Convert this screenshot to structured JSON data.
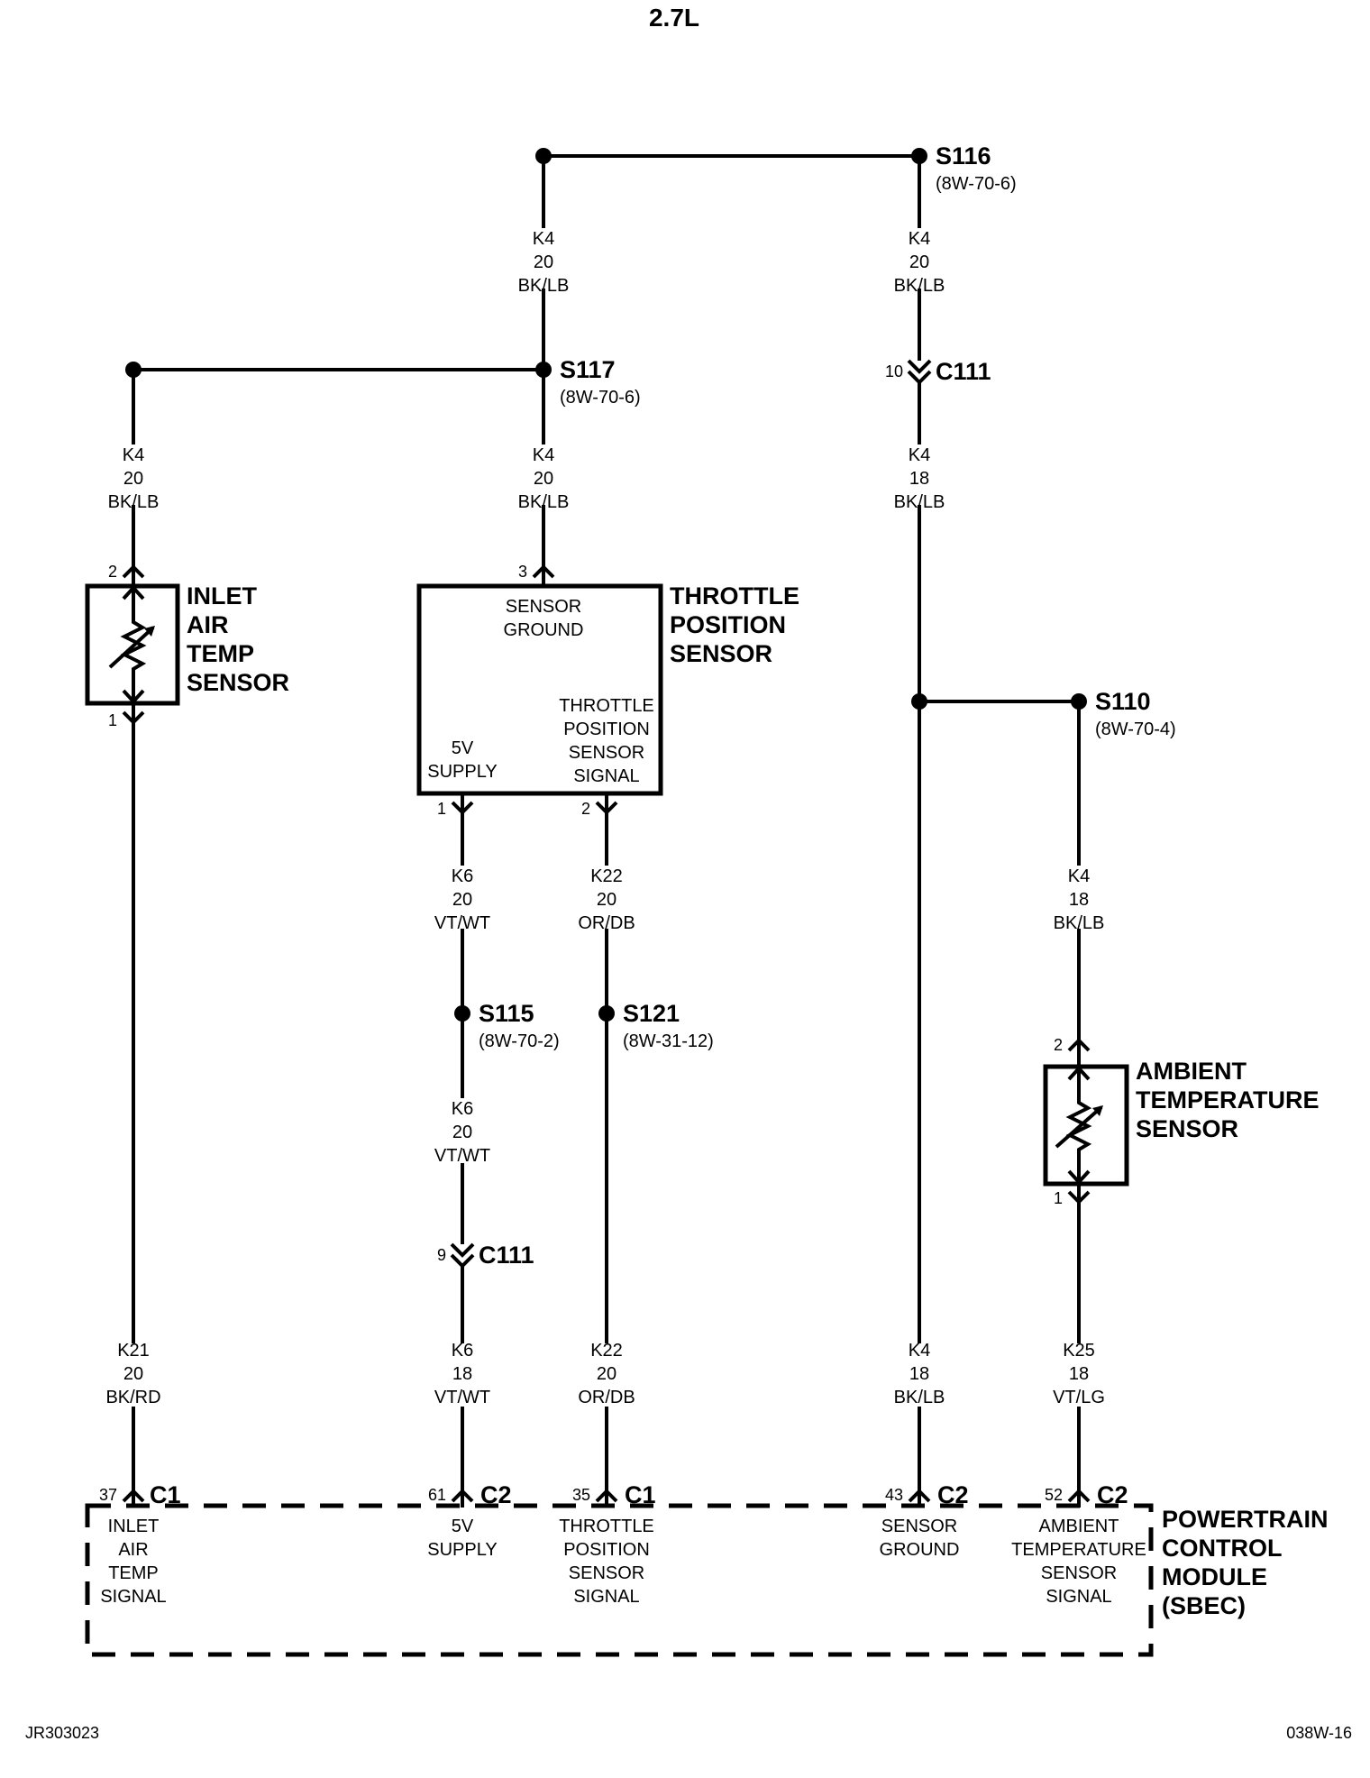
{
  "title": "2.7L",
  "splices": [
    {
      "id": "S116",
      "ref": "(8W-70-6)"
    },
    {
      "id": "S117",
      "ref": "(8W-70-6)"
    },
    {
      "id": "S110",
      "ref": "(8W-70-4)"
    },
    {
      "id": "S115",
      "ref": "(8W-70-2)"
    },
    {
      "id": "S121",
      "ref": "(8W-31-12)"
    }
  ],
  "wires": [
    {
      "circuit": "K4",
      "gauge": "20",
      "color": "BK/LB"
    },
    {
      "circuit": "K4",
      "gauge": "20",
      "color": "BK/LB"
    },
    {
      "circuit": "K4",
      "gauge": "20",
      "color": "BK/LB"
    },
    {
      "circuit": "K4",
      "gauge": "20",
      "color": "BK/LB"
    },
    {
      "circuit": "K4",
      "gauge": "18",
      "color": "BK/LB"
    },
    {
      "circuit": "K6",
      "gauge": "20",
      "color": "VT/WT"
    },
    {
      "circuit": "K22",
      "gauge": "20",
      "color": "OR/DB"
    },
    {
      "circuit": "K4",
      "gauge": "18",
      "color": "BK/LB"
    },
    {
      "circuit": "K6",
      "gauge": "20",
      "color": "VT/WT"
    },
    {
      "circuit": "K21",
      "gauge": "20",
      "color": "BK/RD"
    },
    {
      "circuit": "K6",
      "gauge": "18",
      "color": "VT/WT"
    },
    {
      "circuit": "K22",
      "gauge": "20",
      "color": "OR/DB"
    },
    {
      "circuit": "K4",
      "gauge": "18",
      "color": "BK/LB"
    },
    {
      "circuit": "K25",
      "gauge": "18",
      "color": "VT/LG"
    }
  ],
  "inline_connectors": [
    {
      "pin": "10",
      "name": "C111"
    },
    {
      "pin": "9",
      "name": "C111"
    }
  ],
  "components": {
    "inlet_air_temp_sensor": {
      "name": [
        "INLET",
        "AIR",
        "TEMP",
        "SENSOR"
      ],
      "pin_top": "2",
      "pin_bottom": "1"
    },
    "throttle_position_sensor": {
      "name": [
        "THROTTLE",
        "POSITION",
        "SENSOR"
      ],
      "pin_top": "3",
      "pin_left": "1",
      "pin_right": "2",
      "ground_label": [
        "SENSOR",
        "GROUND"
      ],
      "supply_label": [
        "5V",
        "SUPPLY"
      ],
      "signal_label": [
        "THROTTLE",
        "POSITION",
        "SENSOR",
        "SIGNAL"
      ]
    },
    "ambient_temperature_sensor": {
      "name": [
        "AMBIENT",
        "TEMPERATURE",
        "SENSOR"
      ],
      "pin_top": "2",
      "pin_bottom": "1"
    }
  },
  "pcm": {
    "name": [
      "POWERTRAIN",
      "CONTROL",
      "MODULE",
      "(SBEC)"
    ],
    "pins": [
      {
        "pin": "37",
        "connector": "C1",
        "label": [
          "INLET",
          "AIR",
          "TEMP",
          "SIGNAL"
        ]
      },
      {
        "pin": "61",
        "connector": "C2",
        "label": [
          "5V",
          "SUPPLY"
        ]
      },
      {
        "pin": "35",
        "connector": "C1",
        "label": [
          "THROTTLE",
          "POSITION",
          "SENSOR",
          "SIGNAL"
        ]
      },
      {
        "pin": "43",
        "connector": "C2",
        "label": [
          "SENSOR",
          "GROUND"
        ]
      },
      {
        "pin": "52",
        "connector": "C2",
        "label": [
          "AMBIENT",
          "TEMPERATURE",
          "SENSOR",
          "SIGNAL"
        ]
      }
    ]
  },
  "footer": {
    "left": "JR303023",
    "right": "038W-16"
  }
}
